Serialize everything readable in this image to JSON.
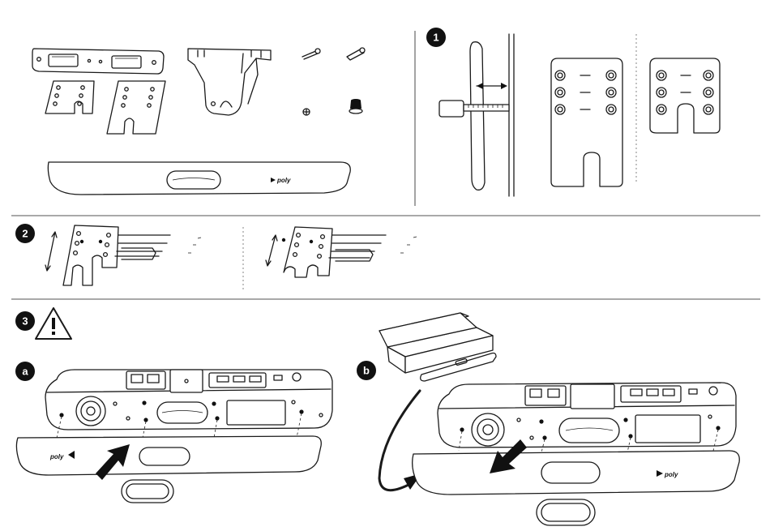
{
  "steps": [
    {
      "label": "1"
    },
    {
      "label": "2"
    },
    {
      "label": "3"
    },
    {
      "label": "a"
    },
    {
      "label": "b"
    }
  ],
  "warning_icon": "warning-triangle-icon",
  "brand_logo_text": "poly",
  "colors": {
    "ink": "#1a1a1a",
    "badge": "#111111",
    "background": "#ffffff"
  }
}
